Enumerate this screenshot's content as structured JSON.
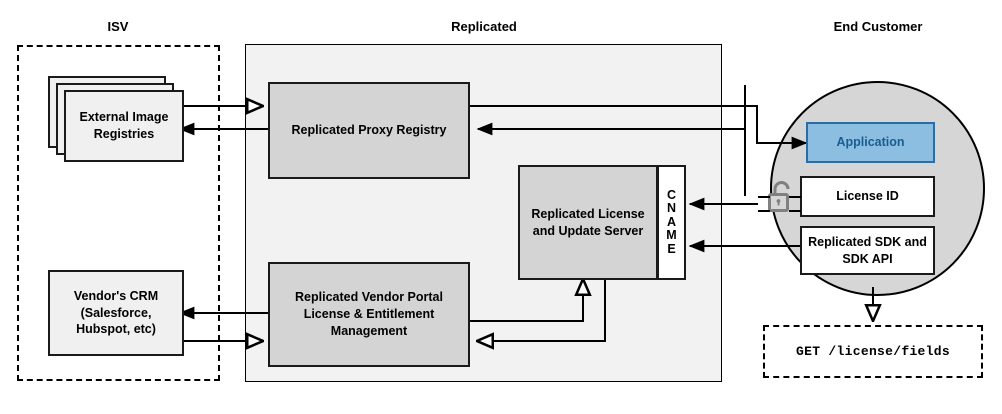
{
  "diagram": {
    "title_bar_groups": [
      {
        "id": "isv",
        "label": "ISV"
      },
      {
        "id": "replicated",
        "label": "Replicated"
      },
      {
        "id": "end_customer",
        "label": "End Customer"
      }
    ]
  },
  "isv": {
    "label": "ISV",
    "nodes": {
      "external_image_registries": {
        "line1": "External",
        "line2": "Image",
        "line3": "Registries",
        "stacked": 3
      },
      "vendor_crm": {
        "line1": "Vendor's CRM",
        "line2": "(Salesforce,",
        "line3": "Hubspot, etc)"
      }
    }
  },
  "replicated": {
    "label": "Replicated",
    "nodes": {
      "proxy_registry": {
        "label": "Replicated Proxy Registry"
      },
      "license_update_server": {
        "line1": "Replicated",
        "line2": "License and",
        "line3": "Update Server"
      },
      "cname": {
        "label": "CNAME",
        "letters": [
          "C",
          "N",
          "A",
          "M",
          "E"
        ]
      },
      "vendor_portal": {
        "line1": "Replicated Vendor Portal",
        "line2": "License & Entitlement",
        "line3": "Management"
      }
    }
  },
  "end_customer": {
    "label": "End Customer",
    "nodes": {
      "application": {
        "label": "Application"
      },
      "license_id": {
        "label": "License ID"
      },
      "replicated_sdk": {
        "line1": "Replicated SDK",
        "line2": "and SDK API"
      },
      "api_call": {
        "label": "GET /license/fields"
      }
    },
    "icons": {
      "unlock": "unlock-icon"
    }
  },
  "colors": {
    "panel_fill": "#f2f2f2",
    "node_grey": "#d4d4d4",
    "node_light": "#f0f0f0",
    "node_white": "#ffffff",
    "application_fill": "#8cbee2",
    "application_text": "#1a5c8f",
    "circle_fill": "#d6d6d6",
    "stroke": "#000000",
    "lock_grey": "#808080"
  }
}
